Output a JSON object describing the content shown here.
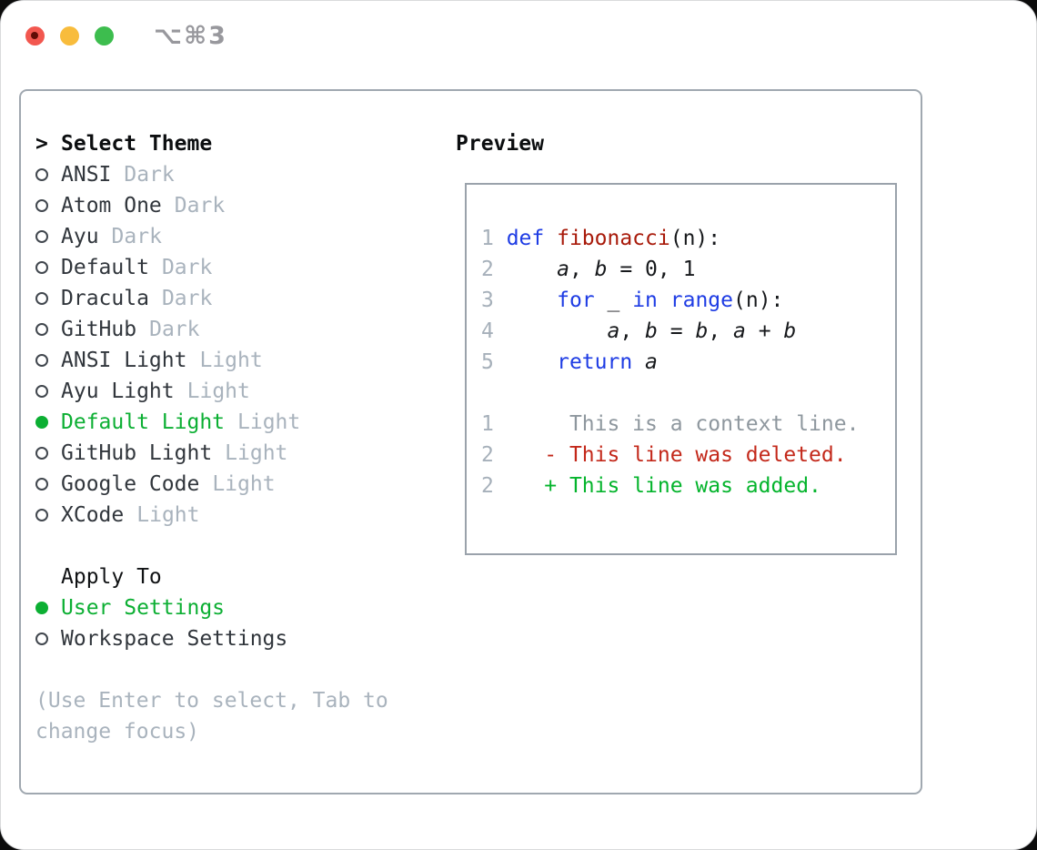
{
  "titlebar": {
    "shortcut": "⌥⌘3"
  },
  "colors": {
    "selection-green": "#0caf33",
    "keyword-blue": "#1e3ce4",
    "function-red": "#a81a0a",
    "deleted-red": "#c3281a",
    "added-green": "#04b42c",
    "context-gray": "#8e979e",
    "muted-gray": "#a9b3bd",
    "text-dark": "#31363c",
    "line-number-gray": "#a6b0ba",
    "border-gray": "#9aa2ab",
    "traffic-red": "#f2574f",
    "traffic-yellow": "#f8bc3c",
    "traffic-green": "#3dbd4e"
  },
  "theme_panel": {
    "header_prefix": ">",
    "header": "Select Theme",
    "items": [
      {
        "name": "ANSI",
        "tag": "Dark",
        "selected": false
      },
      {
        "name": "Atom One",
        "tag": "Dark",
        "selected": false
      },
      {
        "name": "Ayu",
        "tag": "Dark",
        "selected": false
      },
      {
        "name": "Default",
        "tag": "Dark",
        "selected": false
      },
      {
        "name": "Dracula",
        "tag": "Dark",
        "selected": false
      },
      {
        "name": "GitHub",
        "tag": "Dark",
        "selected": false
      },
      {
        "name": "ANSI Light",
        "tag": "Light",
        "selected": false
      },
      {
        "name": "Ayu Light",
        "tag": "Light",
        "selected": false
      },
      {
        "name": "Default Light",
        "tag": "Light",
        "selected": true
      },
      {
        "name": "GitHub Light",
        "tag": "Light",
        "selected": false
      },
      {
        "name": "Google Code",
        "tag": "Light",
        "selected": false
      },
      {
        "name": "XCode",
        "tag": "Light",
        "selected": false
      }
    ],
    "apply_to": {
      "header": "Apply To",
      "options": [
        {
          "label": "User Settings",
          "selected": true
        },
        {
          "label": "Workspace Settings",
          "selected": false
        }
      ]
    },
    "hint": "(Use Enter to select, Tab to\nchange focus)"
  },
  "preview": {
    "header": "Preview",
    "lines": [
      {
        "segs": [
          [
            "num",
            "1 "
          ],
          [
            "kw",
            "def "
          ],
          [
            "fn",
            "fibonacci"
          ],
          [
            "pl",
            "(n):"
          ]
        ]
      },
      {
        "segs": [
          [
            "num",
            "2 "
          ],
          [
            "pl",
            "    "
          ],
          [
            "var",
            "a"
          ],
          [
            "pl",
            ", "
          ],
          [
            "var",
            "b"
          ],
          [
            "pl",
            " = 0, 1"
          ]
        ]
      },
      {
        "segs": [
          [
            "num",
            "3 "
          ],
          [
            "pl",
            "    "
          ],
          [
            "kw",
            "for"
          ],
          [
            "pl",
            " _ "
          ],
          [
            "kw",
            "in"
          ],
          [
            "pl",
            " "
          ],
          [
            "kw",
            "range"
          ],
          [
            "pl",
            "(n):"
          ]
        ]
      },
      {
        "segs": [
          [
            "num",
            "4 "
          ],
          [
            "pl",
            "        "
          ],
          [
            "var",
            "a"
          ],
          [
            "pl",
            ", "
          ],
          [
            "var",
            "b"
          ],
          [
            "pl",
            " = "
          ],
          [
            "var",
            "b"
          ],
          [
            "pl",
            ", "
          ],
          [
            "var",
            "a"
          ],
          [
            "pl",
            " + "
          ],
          [
            "var",
            "b"
          ]
        ]
      },
      {
        "segs": [
          [
            "num",
            "5 "
          ],
          [
            "pl",
            "    "
          ],
          [
            "kw",
            "return"
          ],
          [
            "pl",
            " "
          ],
          [
            "var",
            "a"
          ]
        ]
      },
      {
        "segs": []
      },
      {
        "segs": [
          [
            "num",
            "1"
          ],
          [
            "ctx",
            "      This is a context line."
          ]
        ]
      },
      {
        "segs": [
          [
            "num",
            "2"
          ],
          [
            "del",
            "    - This line was deleted."
          ]
        ]
      },
      {
        "segs": [
          [
            "num",
            "2"
          ],
          [
            "add",
            "    + This line was added."
          ]
        ]
      }
    ]
  }
}
